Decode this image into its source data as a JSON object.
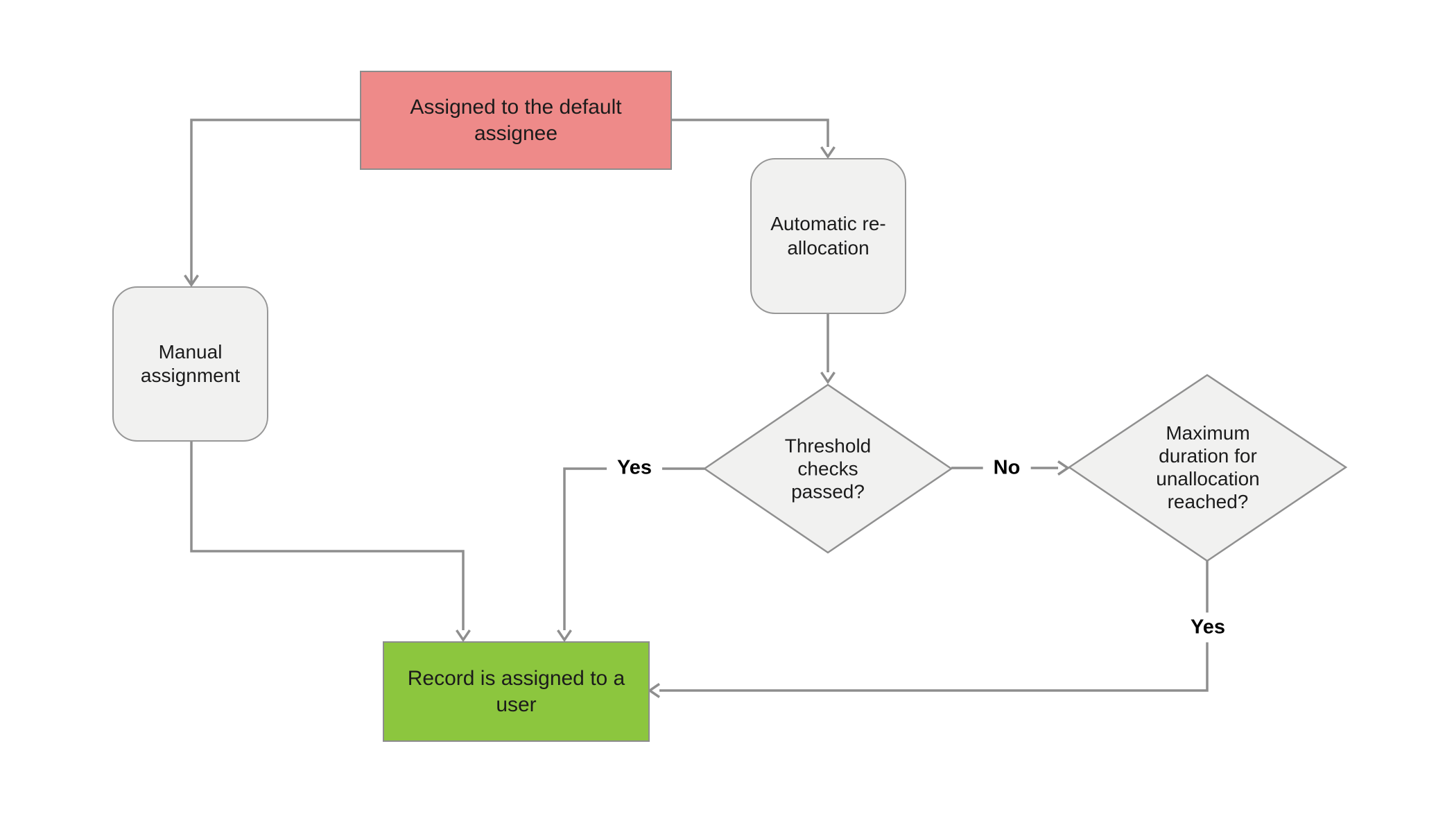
{
  "diagram": {
    "type": "flowchart",
    "background": "#ffffff",
    "nodes": [
      {
        "id": "start",
        "shape": "rectangle",
        "label": "Assigned to the default assignee",
        "fill": "#ee8a89"
      },
      {
        "id": "manual",
        "shape": "rounded-rectangle",
        "label": "Manual assignment",
        "fill": "#f1f1f0"
      },
      {
        "id": "auto",
        "shape": "rounded-rectangle",
        "label": "Automatic re-allocation",
        "fill": "#f1f1f0"
      },
      {
        "id": "threshold",
        "shape": "diamond",
        "label": "Threshold checks passed?",
        "fill": "#f1f1f0"
      },
      {
        "id": "max_duration",
        "shape": "diamond",
        "label": "Maximum duration for unallocation reached?",
        "fill": "#f1f1f0"
      },
      {
        "id": "end",
        "shape": "rectangle",
        "label": "Record is assigned to a user",
        "fill": "#8cc63e"
      }
    ],
    "edges": [
      {
        "from": "start",
        "to": "manual",
        "label": ""
      },
      {
        "from": "start",
        "to": "auto",
        "label": ""
      },
      {
        "from": "auto",
        "to": "threshold",
        "label": ""
      },
      {
        "from": "threshold",
        "to": "end",
        "label": "Yes"
      },
      {
        "from": "threshold",
        "to": "max_duration",
        "label": "No"
      },
      {
        "from": "max_duration",
        "to": "end",
        "label": "Yes"
      },
      {
        "from": "manual",
        "to": "end",
        "label": ""
      }
    ],
    "colors": {
      "start_fill": "#ee8a89",
      "end_fill": "#8cc63e",
      "process_fill": "#f1f1f0",
      "connector_stroke": "#8e8e8e",
      "shape_border": "#8c8c8c",
      "text": "#1b1b1b"
    }
  }
}
